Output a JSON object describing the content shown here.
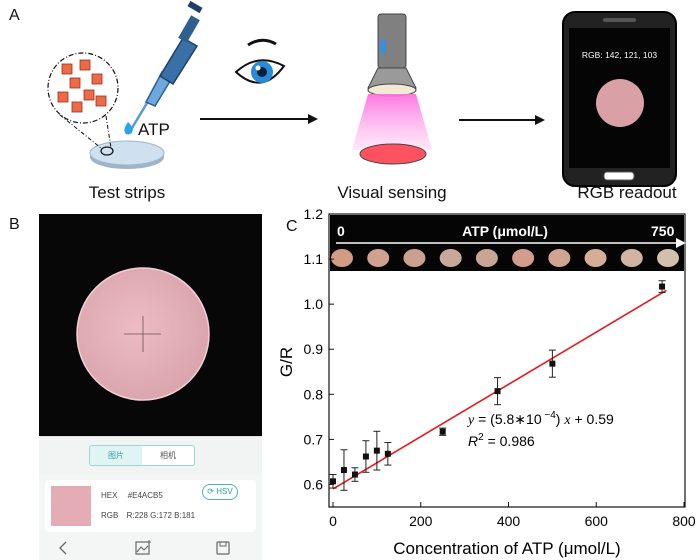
{
  "panels": {
    "a": "A",
    "b": "B",
    "c": "C"
  },
  "panel_a": {
    "reagent_label": "ATP",
    "captions": {
      "test_strips": "Test strips",
      "visual_sensing": "Visual sensing",
      "rgb_readout": "RGB readout"
    },
    "phone_rgb_text": "RGB: 142, 121, 103",
    "readout_color": "#D9A0A6"
  },
  "panel_b": {
    "tabs": [
      "图片",
      "相机"
    ],
    "active_tab": "图片",
    "hex_label": "HEX",
    "hex_value": "#E4ACB5",
    "rgb_label": "RGB",
    "rgb_values": "R:228  G:172  B:181",
    "hsv_button": "HSV",
    "swatch_color": "#E4ACB5",
    "nav_icons": [
      "back-icon",
      "image-edit-icon",
      "save-icon"
    ]
  },
  "chart_data": {
    "type": "scatter",
    "xlabel": "Concentration of ATP (μmol/L)",
    "ylabel": "G/R",
    "xlim": [
      0,
      800
    ],
    "ylim": [
      0.55,
      1.2
    ],
    "x_ticks": [
      "0",
      "200",
      "400",
      "600",
      "800"
    ],
    "y_ticks": [
      "0.6",
      "0.7",
      "0.8",
      "0.9",
      "1.0",
      "1.1",
      "1.2"
    ],
    "series": [
      {
        "x": [
          0,
          25,
          50,
          75,
          100,
          125,
          250,
          375,
          500,
          750
        ],
        "y": [
          0.607,
          0.632,
          0.622,
          0.662,
          0.675,
          0.668,
          0.717,
          0.807,
          0.868,
          1.039
        ],
        "error": [
          0.015,
          0.045,
          0.015,
          0.035,
          0.043,
          0.025,
          0.008,
          0.03,
          0.03,
          0.013
        ],
        "marker": "square",
        "color": "#111111"
      }
    ],
    "fit": {
      "slope": 0.00058,
      "intercept": 0.59,
      "x_range": [
        0,
        760
      ],
      "color": "#e8191b"
    },
    "equation_parts": {
      "y": "y",
      "eq": " = (5.8∗10",
      "exp": " −4",
      "rest": ") ",
      "x": "x",
      "tail": " + 0.59"
    },
    "r2_parts": {
      "r": "R",
      "sup": "2",
      "rest": " = 0.986"
    },
    "strip": {
      "left_label": "0",
      "center_label": "ATP (μmol/L)",
      "right_label": "750",
      "colors": [
        "#d19b85",
        "#cfa290",
        "#caa090",
        "#c9a89c",
        "#c9a596",
        "#d29d8e",
        "#cfa592",
        "#d6ae98",
        "#d2b4a4",
        "#d3bfae"
      ]
    }
  }
}
